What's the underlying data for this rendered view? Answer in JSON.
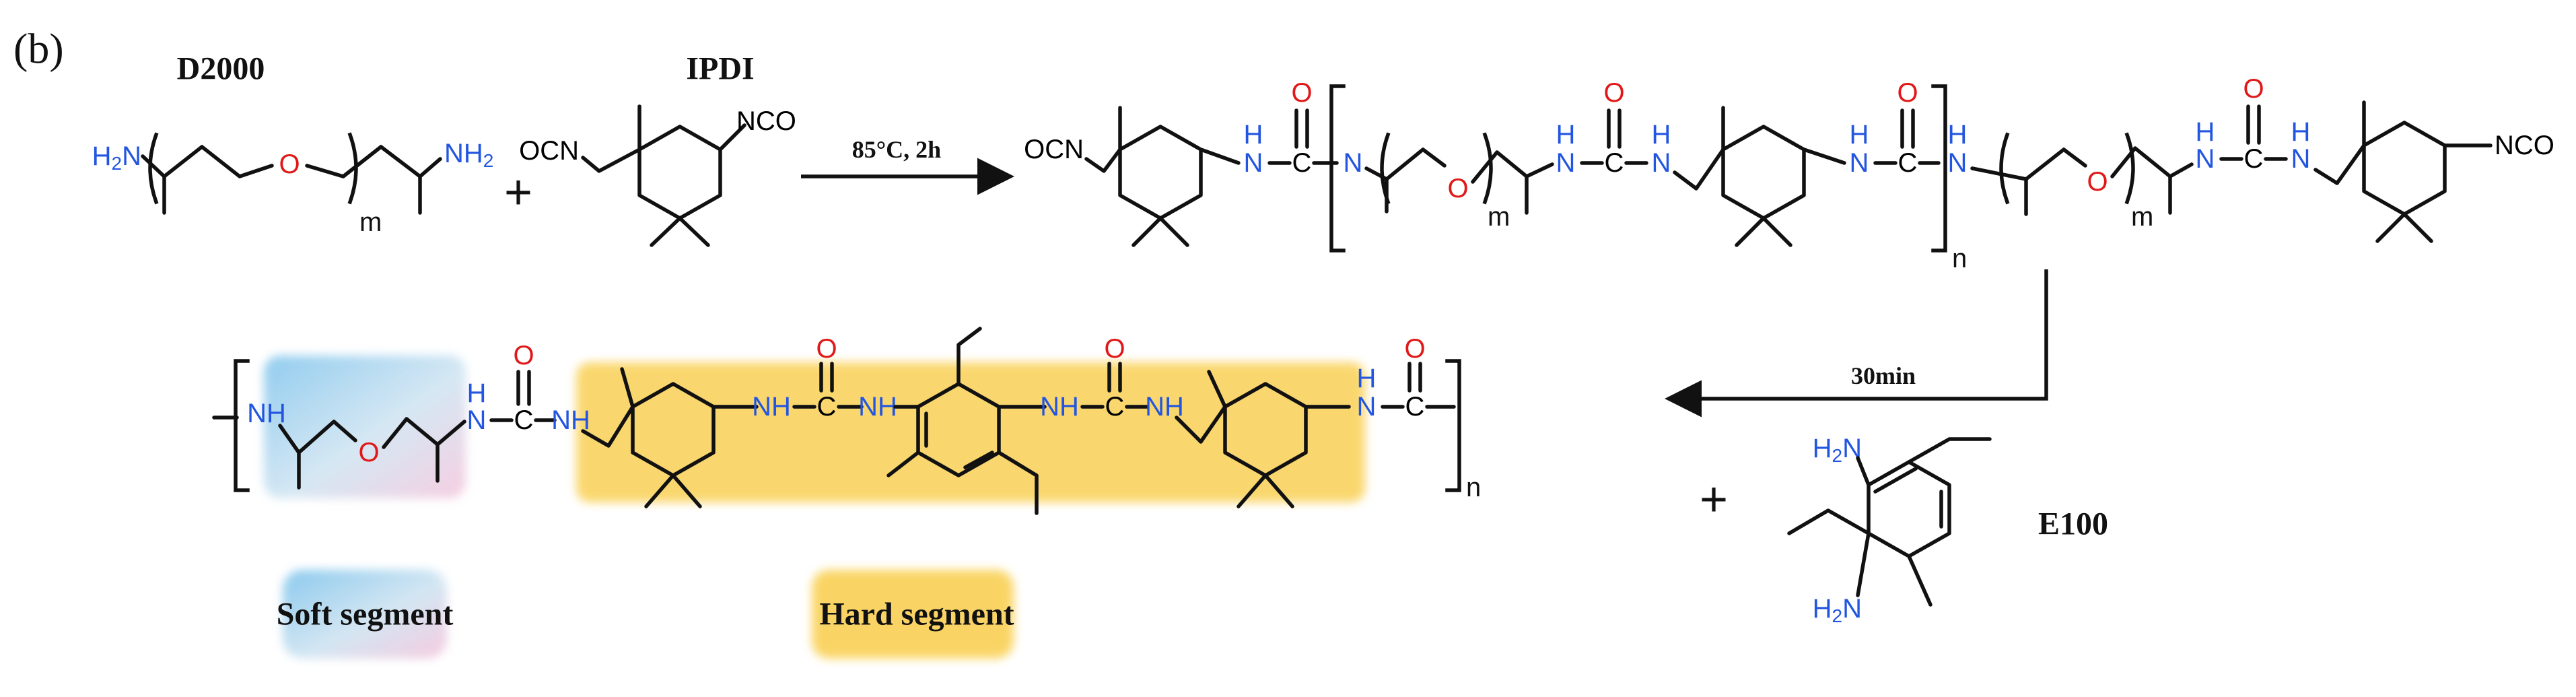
{
  "panel_label": "(b)",
  "colors": {
    "bond": "#111111",
    "nitrogen": "#2255e0",
    "oxygen": "#e01818",
    "soft_segment": "#9ad0ee",
    "soft_segment_alt": "#f3cfe0",
    "hard_segment": "#f9d054"
  },
  "labels": {
    "d2000": "D2000",
    "ipdi": "IPDI",
    "e100": "E100",
    "soft_segment": "Soft segment",
    "hard_segment": "Hard segment"
  },
  "conditions": {
    "step1": "85°C, 2h",
    "step2": "30min"
  },
  "symbols": {
    "plus": "+",
    "m": "m",
    "n": "n"
  },
  "atoms": {
    "h2n": "H2N",
    "nh2": "NH2",
    "o": "O",
    "ocn": "OCN",
    "nco": "NCO",
    "nh_top": "H",
    "n": "N",
    "c": "C",
    "nh": "NH"
  }
}
